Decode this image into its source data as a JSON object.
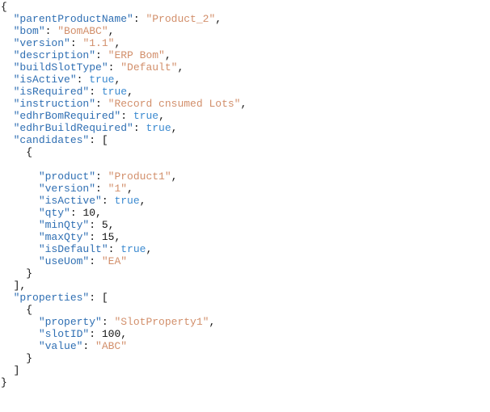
{
  "document": {
    "lines": [
      {
        "indent": 0,
        "parts": [
          {
            "t": "p",
            "v": "{"
          }
        ]
      },
      {
        "indent": 1,
        "parts": [
          {
            "t": "k",
            "v": "\"parentProductName\""
          },
          {
            "t": "p",
            "v": ": "
          },
          {
            "t": "s",
            "v": "\"Product_2\""
          },
          {
            "t": "p",
            "v": ","
          }
        ]
      },
      {
        "indent": 1,
        "parts": [
          {
            "t": "k",
            "v": "\"bom\""
          },
          {
            "t": "p",
            "v": ": "
          },
          {
            "t": "s",
            "v": "\"BomABC\""
          },
          {
            "t": "p",
            "v": ","
          }
        ]
      },
      {
        "indent": 1,
        "parts": [
          {
            "t": "k",
            "v": "\"version\""
          },
          {
            "t": "p",
            "v": ": "
          },
          {
            "t": "s",
            "v": "\"1.1\""
          },
          {
            "t": "p",
            "v": ","
          }
        ]
      },
      {
        "indent": 1,
        "parts": [
          {
            "t": "k",
            "v": "\"description\""
          },
          {
            "t": "p",
            "v": ": "
          },
          {
            "t": "s",
            "v": "\"ERP Bom\""
          },
          {
            "t": "p",
            "v": ","
          }
        ]
      },
      {
        "indent": 1,
        "parts": [
          {
            "t": "k",
            "v": "\"buildSlotType\""
          },
          {
            "t": "p",
            "v": ": "
          },
          {
            "t": "s",
            "v": "\"Default\""
          },
          {
            "t": "p",
            "v": ","
          }
        ]
      },
      {
        "indent": 1,
        "parts": [
          {
            "t": "k",
            "v": "\"isActive\""
          },
          {
            "t": "p",
            "v": ": "
          },
          {
            "t": "b",
            "v": "true"
          },
          {
            "t": "p",
            "v": ","
          }
        ]
      },
      {
        "indent": 1,
        "parts": [
          {
            "t": "k",
            "v": "\"isRequired\""
          },
          {
            "t": "p",
            "v": ": "
          },
          {
            "t": "b",
            "v": "true"
          },
          {
            "t": "p",
            "v": ","
          }
        ]
      },
      {
        "indent": 1,
        "parts": [
          {
            "t": "k",
            "v": "\"instruction\""
          },
          {
            "t": "p",
            "v": ": "
          },
          {
            "t": "s",
            "v": "\"Record cnsumed Lots\""
          },
          {
            "t": "p",
            "v": ","
          }
        ]
      },
      {
        "indent": 1,
        "parts": [
          {
            "t": "k",
            "v": "\"edhrBomRequired\""
          },
          {
            "t": "p",
            "v": ": "
          },
          {
            "t": "b",
            "v": "true"
          },
          {
            "t": "p",
            "v": ","
          }
        ]
      },
      {
        "indent": 1,
        "parts": [
          {
            "t": "k",
            "v": "\"edhrBuildRequired\""
          },
          {
            "t": "p",
            "v": ": "
          },
          {
            "t": "b",
            "v": "true"
          },
          {
            "t": "p",
            "v": ","
          }
        ]
      },
      {
        "indent": 1,
        "parts": [
          {
            "t": "k",
            "v": "\"candidates\""
          },
          {
            "t": "p",
            "v": ": ["
          }
        ]
      },
      {
        "indent": 2,
        "parts": [
          {
            "t": "p",
            "v": "{"
          }
        ]
      },
      {
        "indent": 0,
        "parts": []
      },
      {
        "indent": 3,
        "parts": [
          {
            "t": "k",
            "v": "\"product\""
          },
          {
            "t": "p",
            "v": ": "
          },
          {
            "t": "s",
            "v": "\"Product1\""
          },
          {
            "t": "p",
            "v": ","
          }
        ]
      },
      {
        "indent": 3,
        "parts": [
          {
            "t": "k",
            "v": "\"version\""
          },
          {
            "t": "p",
            "v": ": "
          },
          {
            "t": "s",
            "v": "\"1\""
          },
          {
            "t": "p",
            "v": ","
          }
        ]
      },
      {
        "indent": 3,
        "parts": [
          {
            "t": "k",
            "v": "\"isActive\""
          },
          {
            "t": "p",
            "v": ": "
          },
          {
            "t": "b",
            "v": "true"
          },
          {
            "t": "p",
            "v": ","
          }
        ]
      },
      {
        "indent": 3,
        "parts": [
          {
            "t": "k",
            "v": "\"qty\""
          },
          {
            "t": "p",
            "v": ": "
          },
          {
            "t": "n",
            "v": "10"
          },
          {
            "t": "p",
            "v": ","
          }
        ]
      },
      {
        "indent": 3,
        "parts": [
          {
            "t": "k",
            "v": "\"minQty\""
          },
          {
            "t": "p",
            "v": ": "
          },
          {
            "t": "n",
            "v": "5"
          },
          {
            "t": "p",
            "v": ","
          }
        ]
      },
      {
        "indent": 3,
        "parts": [
          {
            "t": "k",
            "v": "\"maxQty\""
          },
          {
            "t": "p",
            "v": ": "
          },
          {
            "t": "n",
            "v": "15"
          },
          {
            "t": "p",
            "v": ","
          }
        ]
      },
      {
        "indent": 3,
        "parts": [
          {
            "t": "k",
            "v": "\"isDefault\""
          },
          {
            "t": "p",
            "v": ": "
          },
          {
            "t": "b",
            "v": "true"
          },
          {
            "t": "p",
            "v": ","
          }
        ]
      },
      {
        "indent": 3,
        "parts": [
          {
            "t": "k",
            "v": "\"useUom\""
          },
          {
            "t": "p",
            "v": ": "
          },
          {
            "t": "s",
            "v": "\"EA\""
          }
        ]
      },
      {
        "indent": 2,
        "parts": [
          {
            "t": "p",
            "v": "}"
          }
        ]
      },
      {
        "indent": 1,
        "parts": [
          {
            "t": "p",
            "v": "],"
          }
        ]
      },
      {
        "indent": 1,
        "parts": [
          {
            "t": "k",
            "v": "\"properties\""
          },
          {
            "t": "p",
            "v": ": ["
          }
        ]
      },
      {
        "indent": 2,
        "parts": [
          {
            "t": "p",
            "v": "{"
          }
        ]
      },
      {
        "indent": 3,
        "parts": [
          {
            "t": "k",
            "v": "\"property\""
          },
          {
            "t": "p",
            "v": ": "
          },
          {
            "t": "s",
            "v": "\"SlotProperty1\""
          },
          {
            "t": "p",
            "v": ","
          }
        ]
      },
      {
        "indent": 3,
        "parts": [
          {
            "t": "k",
            "v": "\"slotID\""
          },
          {
            "t": "p",
            "v": ": "
          },
          {
            "t": "n",
            "v": "100"
          },
          {
            "t": "p",
            "v": ","
          }
        ]
      },
      {
        "indent": 3,
        "parts": [
          {
            "t": "k",
            "v": "\"value\""
          },
          {
            "t": "p",
            "v": ": "
          },
          {
            "t": "s",
            "v": "\"ABC\""
          }
        ]
      },
      {
        "indent": 2,
        "parts": [
          {
            "t": "p",
            "v": "}"
          }
        ]
      },
      {
        "indent": 1,
        "parts": [
          {
            "t": "p",
            "v": "]"
          }
        ]
      },
      {
        "indent": 0,
        "parts": [
          {
            "t": "p",
            "v": "}"
          }
        ]
      }
    ]
  },
  "colors": {
    "key": "#2f6fb3",
    "string": "#d28f6b",
    "boolean": "#3b8ad0",
    "number": "#111111"
  }
}
